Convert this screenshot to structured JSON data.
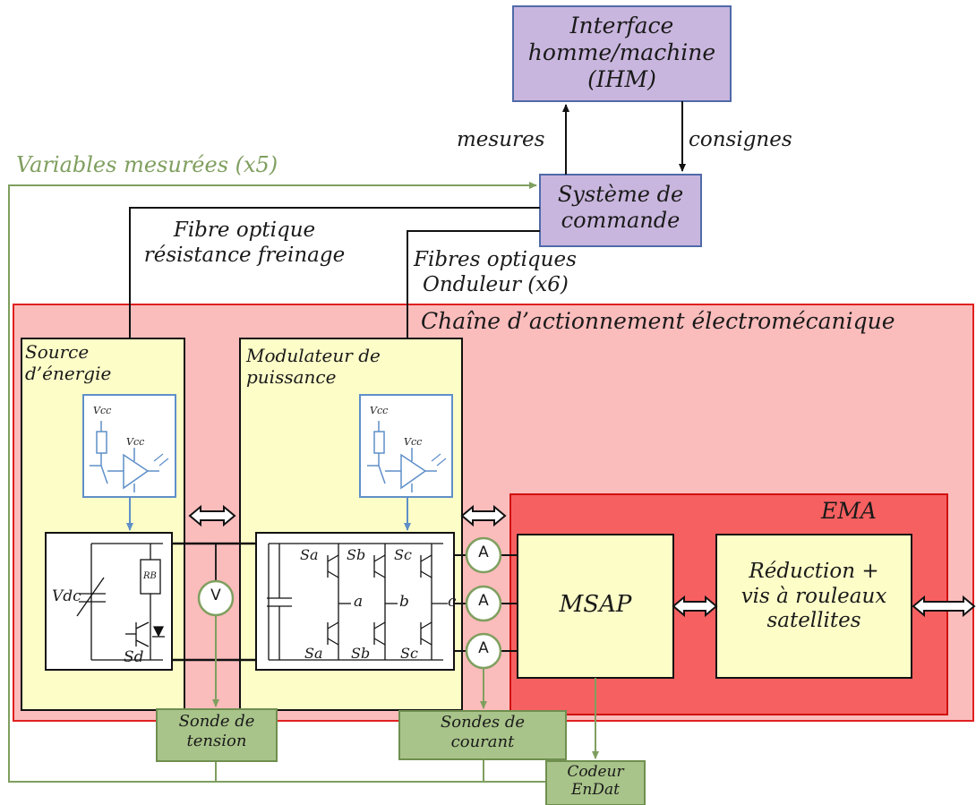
{
  "diagram": {
    "ihm": {
      "line1": "Interface",
      "line2": "homme/machine",
      "line3": "(IHM)"
    },
    "controller": {
      "line1": "Système de",
      "line2": "commande"
    },
    "arrows": {
      "mesures": "mesures",
      "consignes": "consignes"
    },
    "variables_mesurees": "Variables mesurées (x5)",
    "fibre_freinage": {
      "line1": "Fibre optique",
      "line2": "résistance freinage"
    },
    "fibres_onduleur": {
      "line1": "Fibres optiques",
      "line2": "Onduleur (x6)"
    },
    "chain_title": "Chaîne d’actionnement électromécanique",
    "source": {
      "line1": "Source",
      "line2": "d’énergie"
    },
    "modulateur": {
      "line1": "Modulateur de",
      "line2": "puissance"
    },
    "ema_title": "EMA",
    "msap": "MSAP",
    "reduction": {
      "line1": "Réduction +",
      "line2": "vis à rouleaux",
      "line3": "satellites"
    },
    "sonde_tension": {
      "line1": "Sonde de",
      "line2": "tension"
    },
    "sondes_courant": {
      "line1": "Sondes de",
      "line2": "courant"
    },
    "codeur": {
      "line1": "Codeur",
      "line2": "EnDat"
    },
    "voltmeter": "V",
    "ammeter": "A",
    "circuit": {
      "vcc": "Vcc",
      "vdc": "Vdc",
      "rb": "RB",
      "sd": "Sd",
      "sa": "Sa",
      "sb": "Sb",
      "sc": "Sc",
      "node_a": "a",
      "node_b": "b",
      "node_c": "c"
    },
    "colors": {
      "purple_fill": "#c9b6de",
      "purple_border": "#4f6aa8",
      "chain_fill": "#fbbcbc",
      "chain_border": "#e02020",
      "ema_fill": "#f76060",
      "yellow_fill": "#fdfdc8",
      "green_fill": "#a9c48a",
      "green_line": "#7f9f5f",
      "blue_border": "#5f8fc9"
    }
  }
}
